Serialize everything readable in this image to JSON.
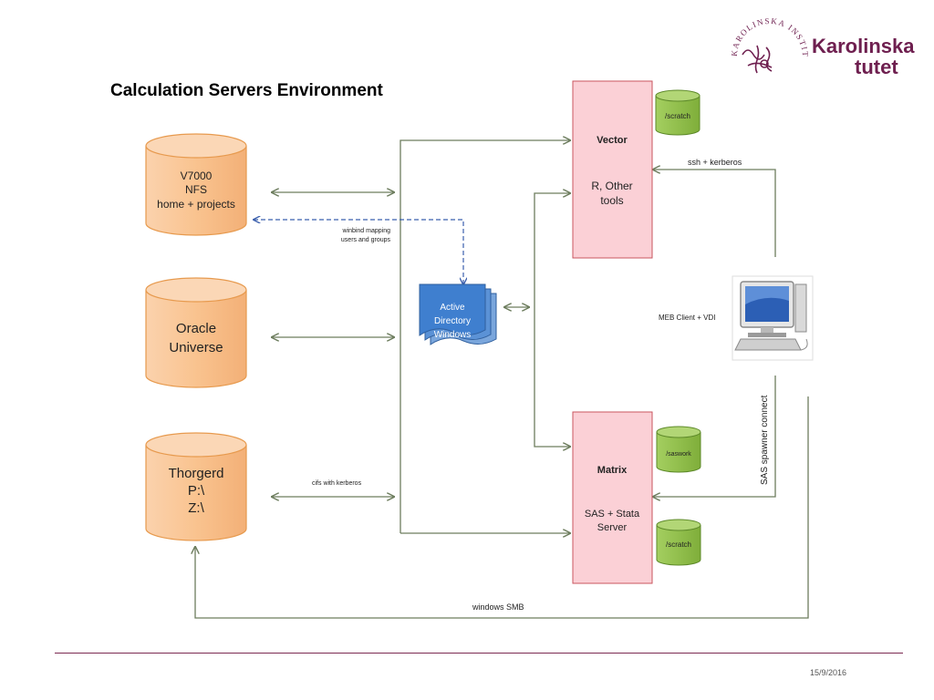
{
  "slide": {
    "title": "Calculation Servers Environment",
    "date": "15/9/2016"
  },
  "logo": {
    "line1": "Karolinska",
    "line2": "tutet",
    "seal_text": "KAROLINSKA INSTITUTET",
    "color": "#6e1f4f"
  },
  "storage": [
    {
      "id": "v7000",
      "lines": [
        "V7000",
        "NFS",
        "home + projects"
      ]
    },
    {
      "id": "oracle",
      "lines": [
        "Oracle",
        "Universe"
      ]
    },
    {
      "id": "thorgerd",
      "lines": [
        "Thorgerd",
        "P:\\",
        "Z:\\"
      ]
    }
  ],
  "active_directory": {
    "lines": [
      "Active",
      "Directory",
      "Windows"
    ]
  },
  "servers": {
    "vector": {
      "name": "Vector",
      "tools": [
        "R, Other",
        "tools"
      ],
      "disk": "/scratch"
    },
    "matrix": {
      "name": "Matrix",
      "tools": [
        "SAS + Stata",
        "Server"
      ],
      "disks": [
        "/saswork",
        "/scratch"
      ]
    }
  },
  "client": {
    "label": "MEB  Client  +  VDI"
  },
  "connections": {
    "winbind": [
      "winbind  mapping",
      "users  and  groups"
    ],
    "cifs": "cifs  with kerberos",
    "ssh": "ssh + kerberos",
    "sas_spawner": "SAS  spawner connect",
    "windows_smb": "windows SMB"
  },
  "colors": {
    "storage_fill": "#f8c08c",
    "storage_stroke": "#e79a4e",
    "server_fill": "#fbd0d6",
    "server_stroke": "#c8565f",
    "disk_fill": "#8ebd48",
    "disk_stroke": "#5e8a2a",
    "ad_fill": "#3f7fcf",
    "line_color": "#6d7d5e",
    "dashed_color": "#3b5fad"
  }
}
